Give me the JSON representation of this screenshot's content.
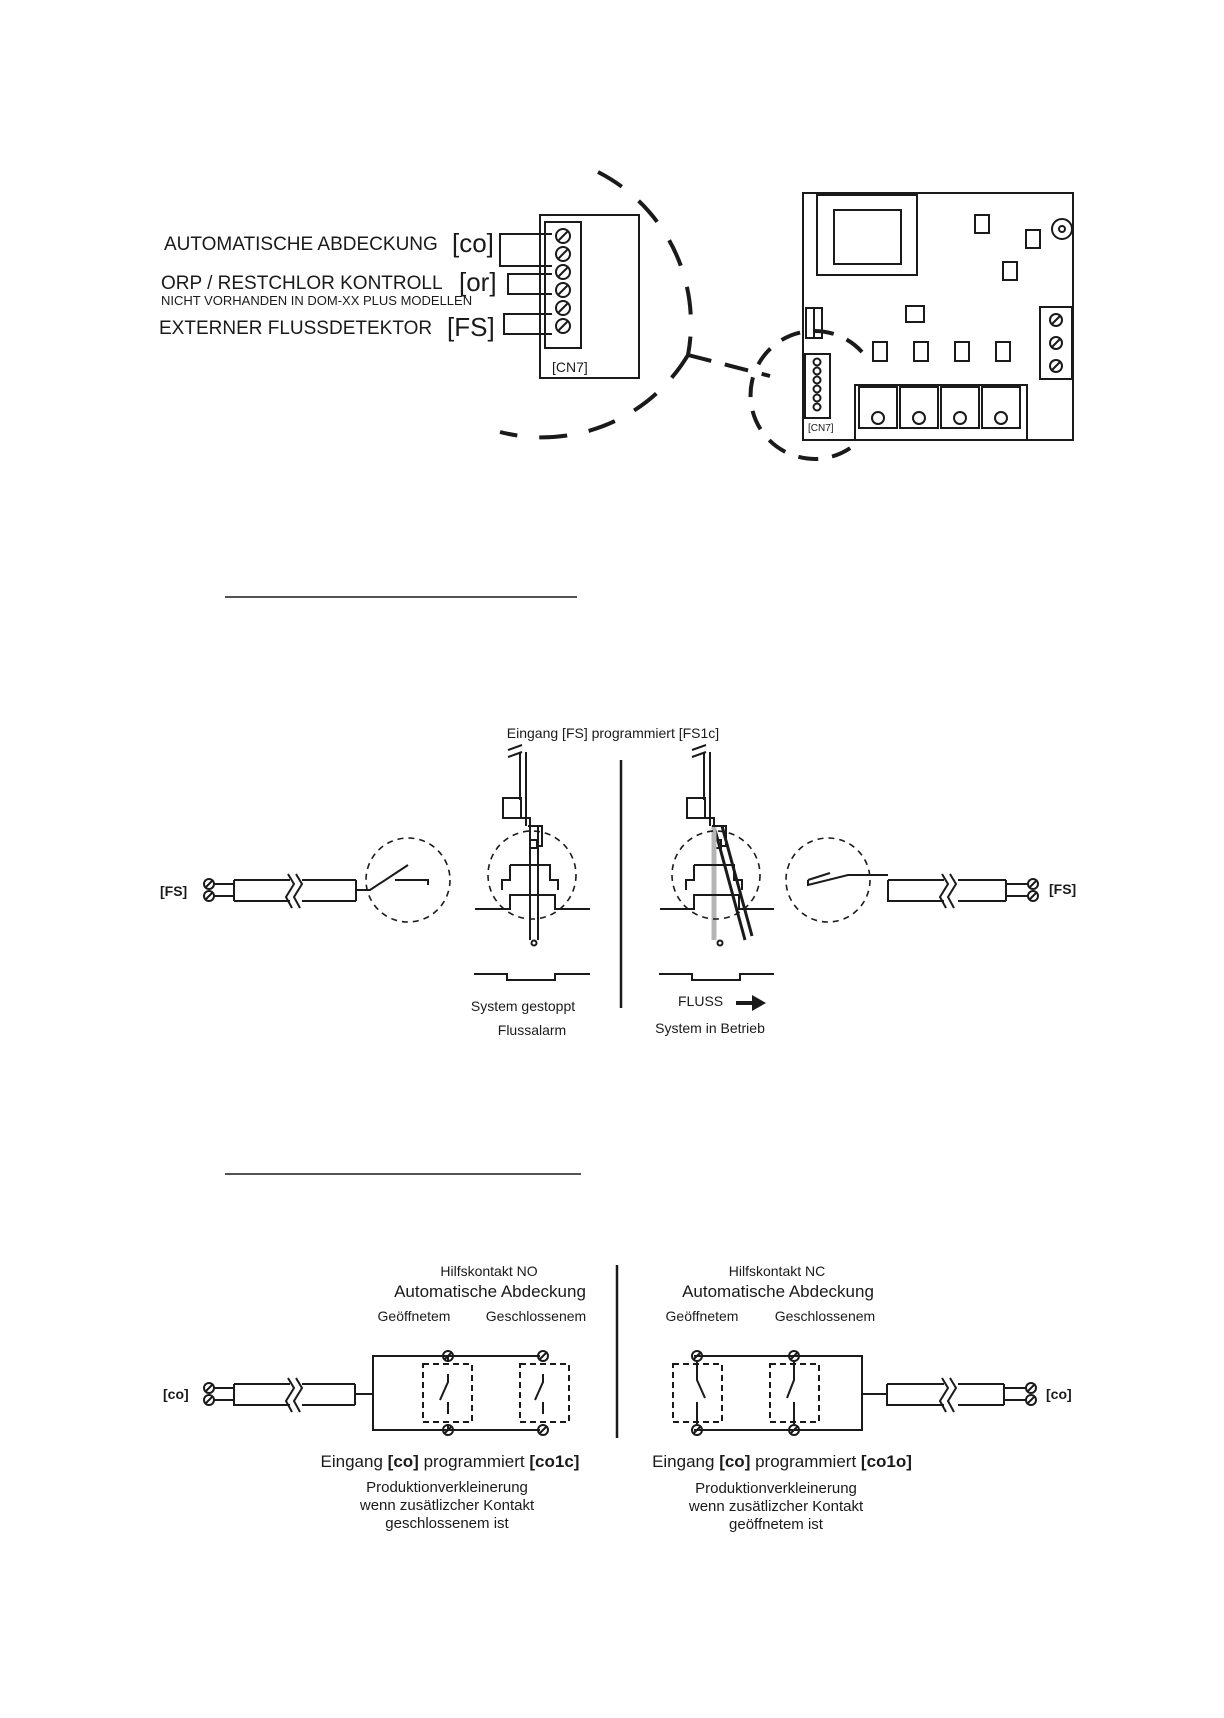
{
  "wiring": {
    "co_label": "AUTOMATISCHE ABDECKUNG",
    "co_code": "[co]",
    "or_label": "ORP / RESTCHLOR KONTROLL",
    "or_code": "[or]",
    "or_note": "NICHT VORHANDEN IN DOM-XX PLUS MODELLEN",
    "fs_label": "EXTERNER FLUSSDETEKTOR",
    "fs_code": "[FS]",
    "connector": "[CN7]",
    "board_connector": "[CN7]"
  },
  "flow": {
    "title": "Eingang [FS] programmiert [FS1c]",
    "left_terminal": "[FS]",
    "right_terminal": "[FS]",
    "stopped_line1": "System gestoppt",
    "stopped_line2": "Flussalarm",
    "flow_word": "FLUSS",
    "running": "System in Betrieb"
  },
  "cover": {
    "left": {
      "contact": "Hilfskontakt NO",
      "title": "Automatische Abdeckung",
      "open": "Geöffnetem",
      "closed": "Geschlossenem",
      "input_prefix": "Eingang",
      "input_code": "[co]",
      "input_mid": "programmiert",
      "input_prog": "[co1c]",
      "desc1": "Produktionverkleinerung",
      "desc2": "wenn zusätlizcher Kontakt",
      "desc3": "geschlossenem ist"
    },
    "right": {
      "contact": "Hilfskontakt NC",
      "title": "Automatische Abdeckung",
      "open": "Geöffnetem",
      "closed": "Geschlossenem",
      "input_prefix": "Eingang",
      "input_code": "[co]",
      "input_mid": "programmiert",
      "input_prog": "[co1o]",
      "desc1": "Produktionverkleinerung",
      "desc2": "wenn zusätlizcher Kontakt",
      "desc3": "geöffnetem ist"
    },
    "left_terminal": "[co]",
    "right_terminal": "[co]"
  }
}
